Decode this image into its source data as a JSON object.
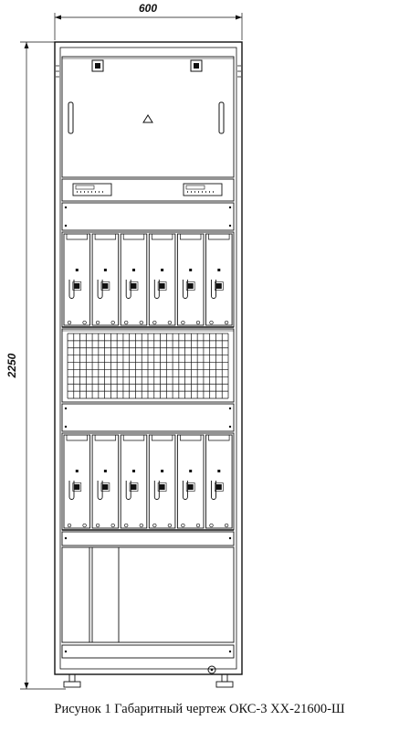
{
  "dimensions": {
    "width_label": "600",
    "height_label": "2250"
  },
  "caption": "Рисунок 1 Габаритный чертеж ОКС-3 XX-21600-Ш",
  "icons": {
    "warning": "warning-triangle-icon",
    "ground": "ground-symbol-icon"
  },
  "colors": {
    "line": "#111111",
    "background": "#ffffff"
  }
}
